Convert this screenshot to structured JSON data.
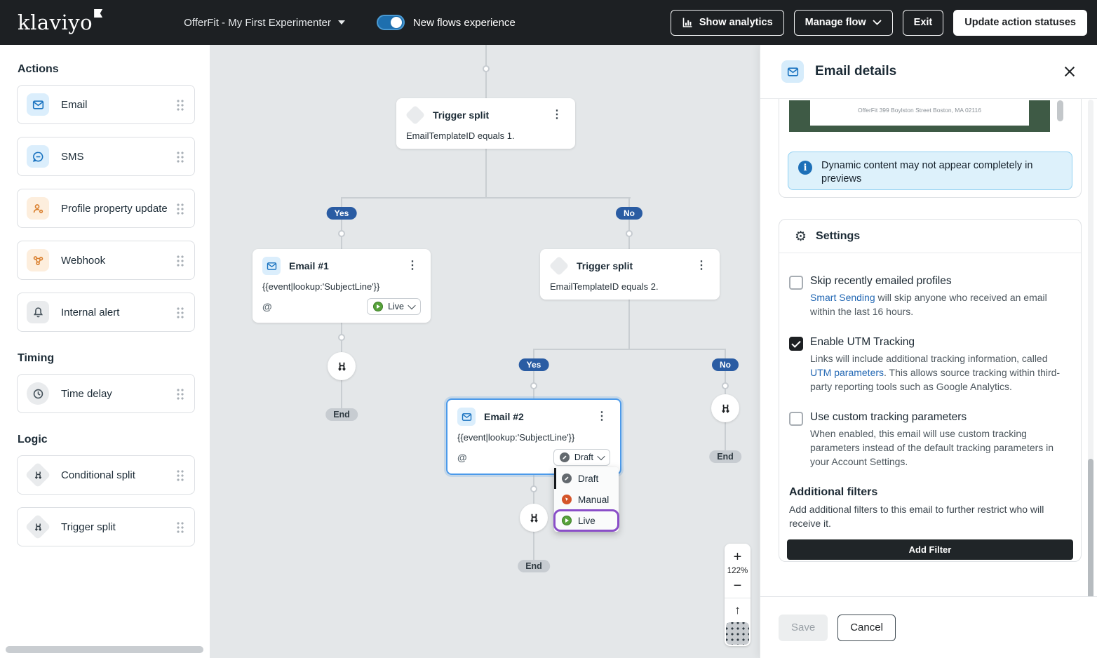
{
  "topbar": {
    "logo": "klaviyo",
    "flow_name": "OfferFit - My First Experimenter",
    "toggle_label": "New flows experience",
    "toggle_state": "on",
    "show_analytics": "Show analytics",
    "manage_flow": "Manage flow",
    "exit": "Exit",
    "update_action_statuses": "Update action statuses"
  },
  "sidebar": {
    "sections": [
      {
        "title": "Actions",
        "items": [
          {
            "label": "Email",
            "icon": "email-icon"
          },
          {
            "label": "SMS",
            "icon": "sms-icon"
          },
          {
            "label": "Profile property update",
            "icon": "profile-icon"
          },
          {
            "label": "Webhook",
            "icon": "webhook-icon"
          },
          {
            "label": "Internal alert",
            "icon": "bell-icon"
          }
        ]
      },
      {
        "title": "Timing",
        "items": [
          {
            "label": "Time delay",
            "icon": "clock-icon"
          }
        ]
      },
      {
        "title": "Logic",
        "items": [
          {
            "label": "Conditional split",
            "icon": "split-icon"
          },
          {
            "label": "Trigger split",
            "icon": "split-icon"
          }
        ]
      }
    ]
  },
  "canvas": {
    "branch_yes": "Yes",
    "branch_no": "No",
    "end_label": "End",
    "at_symbol": "@",
    "kebab": "⋮",
    "nodes": {
      "trigger_split_1": {
        "title": "Trigger split",
        "condition": "EmailTemplateID equals 1."
      },
      "trigger_split_2": {
        "title": "Trigger split",
        "condition": "EmailTemplateID equals 2."
      },
      "email_1": {
        "title": "Email #1",
        "subject": "{{event|lookup:'SubjectLine'}}",
        "status": "Live"
      },
      "email_2": {
        "title": "Email #2",
        "subject": "{{event|lookup:'SubjectLine'}}",
        "status": "Draft"
      }
    },
    "status_menu": {
      "selected": "Draft",
      "focused": "Live",
      "options": [
        {
          "label": "Draft"
        },
        {
          "label": "Manual"
        },
        {
          "label": "Live"
        }
      ]
    },
    "zoom_level": "122%",
    "zoom_in": "+",
    "zoom_out": "−",
    "arrow_up": "↑"
  },
  "panel": {
    "title": "Email details",
    "preview_footer": "OfferFit 399 Boylston Street Boston, MA 02116",
    "alert_text": "Dynamic content may not appear completely in previews",
    "settings": {
      "title": "Settings",
      "options": [
        {
          "label": "Skip recently emailed profiles",
          "checked": false,
          "desc_pre": "",
          "desc_link": "Smart Sending",
          "desc_rest": " will skip anyone who received an email within the last 16 hours."
        },
        {
          "label": "Enable UTM Tracking",
          "checked": true,
          "desc_pre": "Links will include additional tracking information, called ",
          "desc_link": "UTM parameters",
          "desc_rest": ". This allows source tracking within third-party reporting tools such as Google Analytics."
        },
        {
          "label": "Use custom tracking parameters",
          "checked": false,
          "desc_pre": "",
          "desc_link": "",
          "desc_rest": "When enabled, this email will use custom tracking parameters instead of the default tracking parameters in your Account Settings."
        }
      ]
    },
    "additional_filters": {
      "title": "Additional filters",
      "description": "Add additional filters to this email to further restrict who will receive it.",
      "add_filter": "Add Filter"
    },
    "save": "Save",
    "cancel": "Cancel"
  },
  "colors": {
    "topbar_bg": "#1d2023",
    "canvas_bg": "#e4e7e9",
    "badge_blue": "#2a5ca3",
    "live_green": "#57a23a",
    "manual_orange": "#d4552a",
    "draft_gray": "#63696e",
    "focus_purple": "#8a4ec8",
    "link_blue": "#2368b4",
    "alert_bg": "#ddf1fb",
    "preview_green": "#3e5a45",
    "toggle_blue": "#1e6fae"
  }
}
